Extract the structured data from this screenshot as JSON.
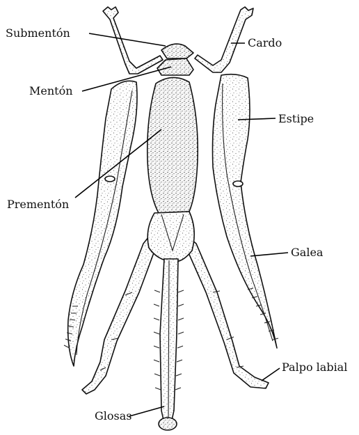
{
  "figure": {
    "labels": {
      "submenton": "Submentón",
      "menton": "Mentón",
      "prementon": "Prementón",
      "cardo": "Cardo",
      "estipe": "Estipe",
      "galea": "Galea",
      "palpo_labial": "Palpo labial",
      "glosas": "Glosas"
    },
    "colors": {
      "ink": "#111111",
      "background": "#ffffff"
    }
  }
}
